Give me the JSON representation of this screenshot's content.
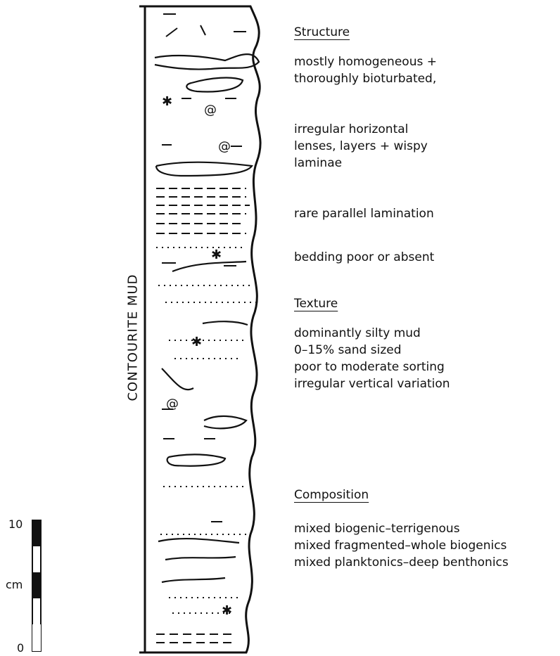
{
  "side_label": "CONTOURITE MUD",
  "scale": {
    "top": "10",
    "unit": "cm",
    "bottom": "0"
  },
  "sections": [
    {
      "heading": "Structure",
      "lines": [
        "mostly homogeneous +",
        "thoroughly bioturbated,",
        "",
        "irregular horizontal",
        "lenses, layers + wispy",
        "laminae",
        "rare parallel lamination",
        "bedding poor or absent"
      ]
    },
    {
      "heading": "Texture",
      "lines": [
        "dominantly silty mud",
        "0–15% sand sized",
        "poor to moderate sorting",
        "irregular vertical variation"
      ]
    },
    {
      "heading": "Composition",
      "lines": [
        "mixed biogenic–terrigenous",
        "mixed fragmented–whole biogenics",
        "mixed planktonics–deep benthonics"
      ]
    }
  ]
}
